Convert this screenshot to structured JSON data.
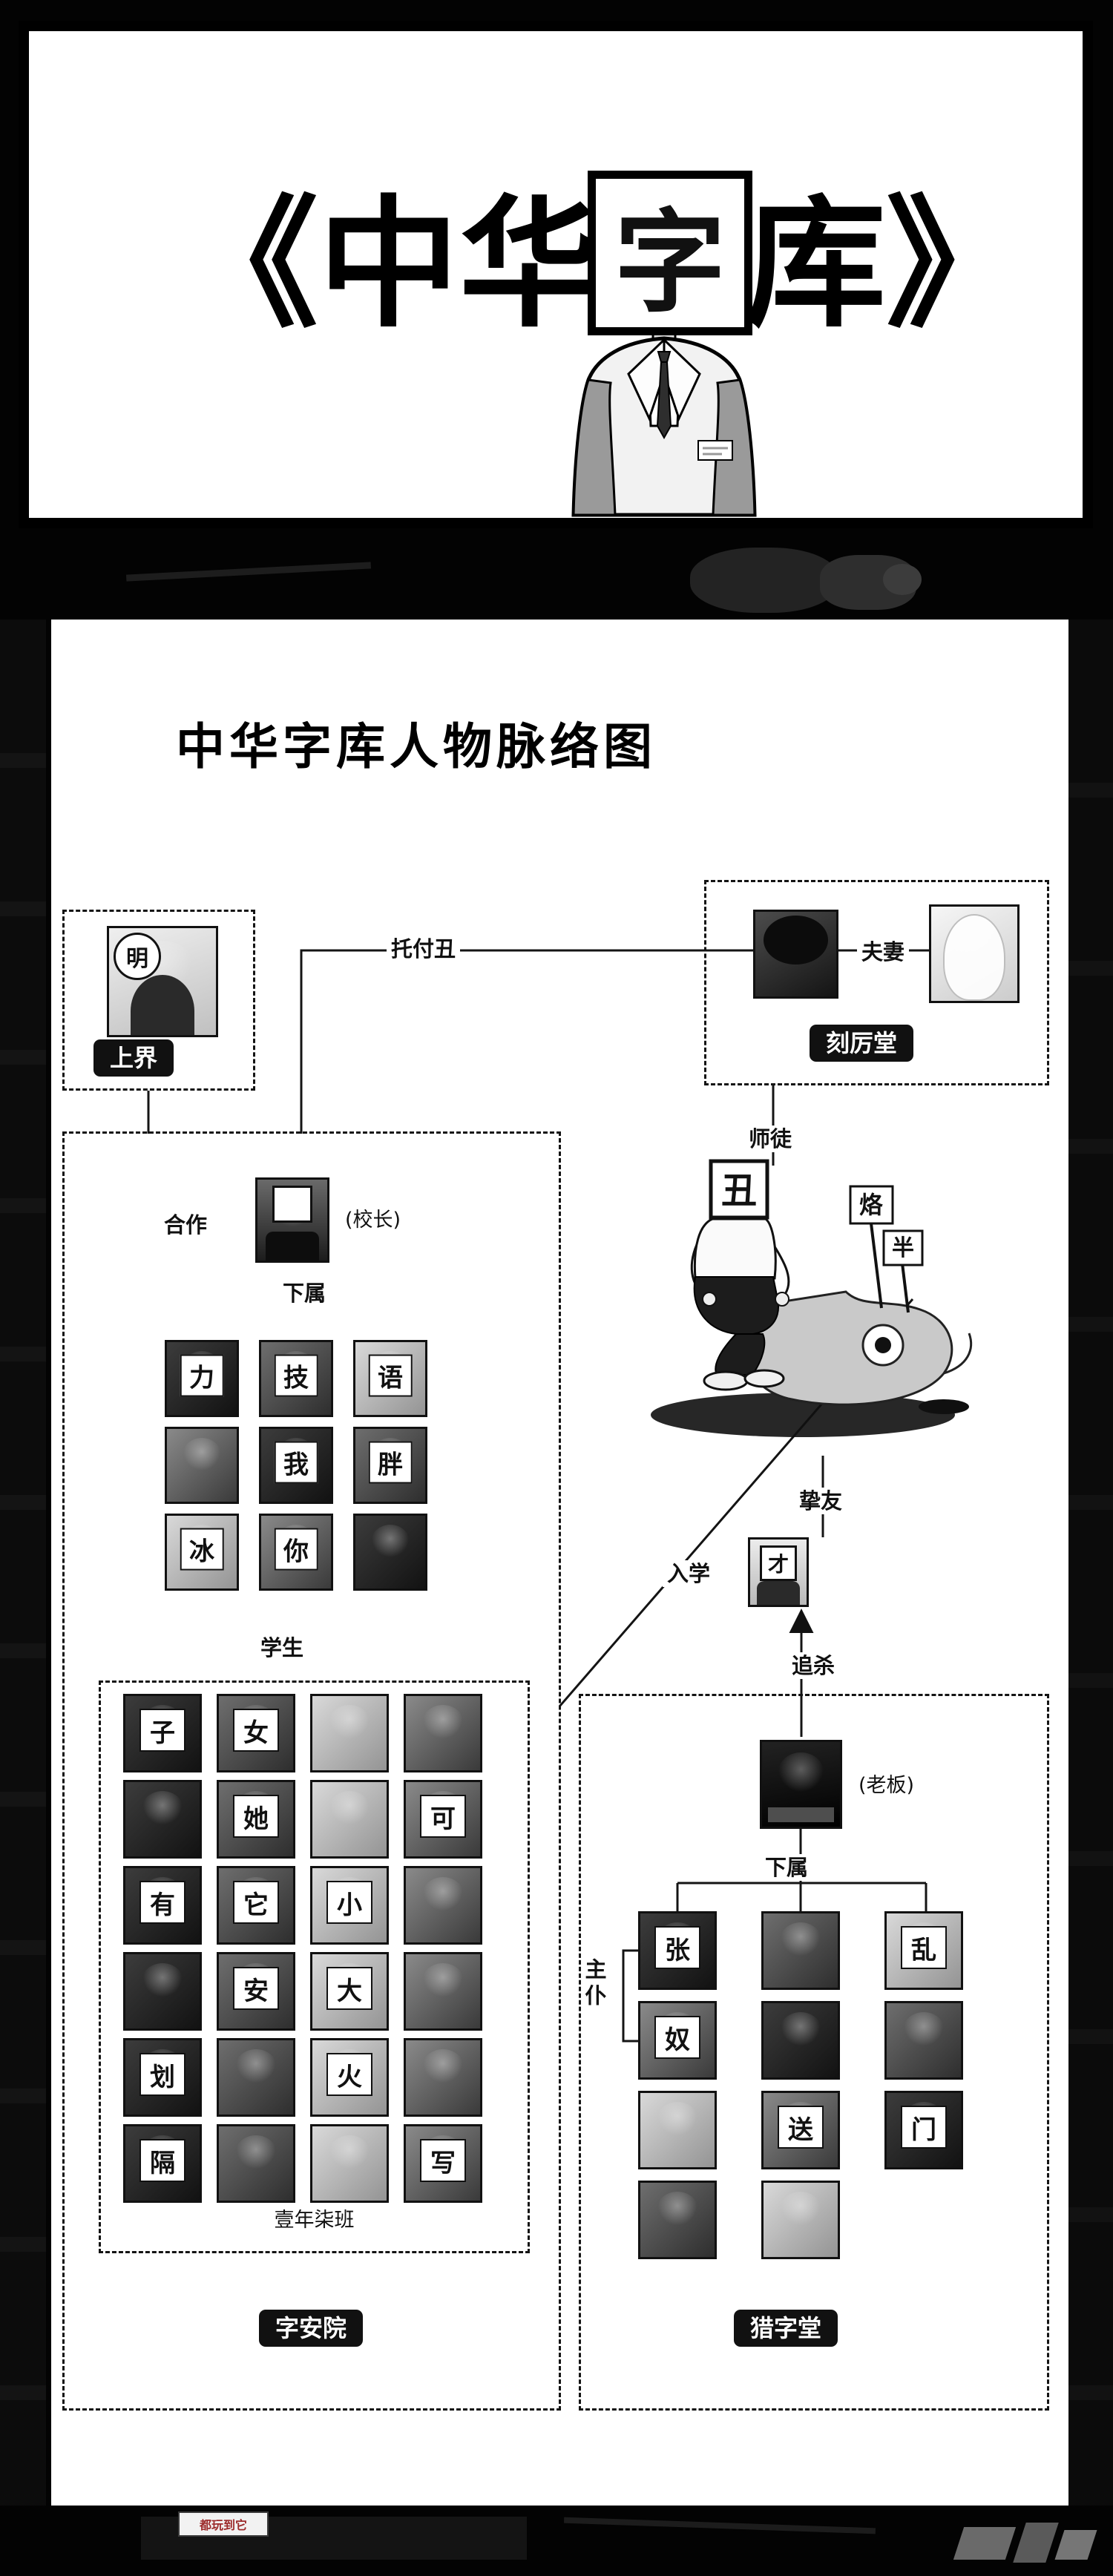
{
  "colors": {
    "page_bg": "#030303",
    "panel_bg": "#ffffff",
    "label_bg": "#111111",
    "label_text": "#ffffff",
    "caption_text": "#9c2b2b"
  },
  "banner": {
    "title_pre": "《中华",
    "title_boxed": "字",
    "title_post": "库》"
  },
  "diagram": {
    "title": "中华字库人物脉络图",
    "tags": {
      "shangjie": "上界",
      "kelitang": "刻厉堂",
      "zianyuan": "字安院",
      "liezitang": "猎字堂"
    },
    "labels": {
      "principal": "(校长)",
      "boss": "(老板)",
      "class_name": "壹年柒班"
    },
    "relations": {
      "entrust": "托付丑",
      "couple": "夫妻",
      "mentor": "师徒",
      "cooperate": "合作",
      "sub_left": "下属",
      "students": "学生",
      "friend": "挚友",
      "enroll": "入学",
      "hunt": "追杀",
      "sub_right": "下属",
      "master_servant": "主仆"
    },
    "portraits": {
      "deity": "明",
      "head": "丑",
      "sign_top": "烙",
      "sign_bottom": "半",
      "friend": "才"
    },
    "teachers": [
      "力",
      "技",
      "语",
      "",
      "我",
      "胖",
      "冰",
      "你",
      ""
    ],
    "students": [
      "子",
      "女",
      "",
      "",
      "",
      "她",
      "",
      "可",
      "有",
      "它",
      "小",
      "",
      "",
      "安",
      "大",
      "",
      "划",
      "",
      "火",
      "",
      "隔",
      "",
      "",
      "写"
    ],
    "hunters": [
      "张",
      "",
      "乱",
      "奴",
      "",
      "",
      "",
      "送",
      "门",
      "",
      ""
    ]
  },
  "footer": {
    "caption": "都玩到它"
  }
}
